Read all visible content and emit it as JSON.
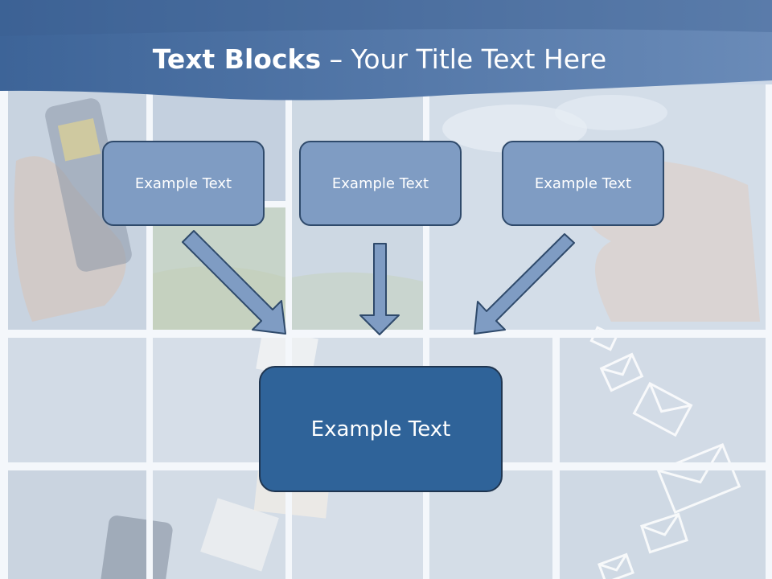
{
  "slide": {
    "title_bold": "Text Blocks",
    "title_dash": " – ",
    "title_rest": "Your Title Text Here"
  },
  "blocks": {
    "top_left": "Example Text",
    "top_center": "Example Text",
    "top_right": "Example Text",
    "main": "Example Text"
  },
  "colors": {
    "header_band": "#4a6f9f",
    "small_box_fill": "#7f9cc3",
    "main_box_fill": "#2f6399",
    "arrow_fill": "#7f9cc3",
    "box_border": "#2f4a6b"
  }
}
